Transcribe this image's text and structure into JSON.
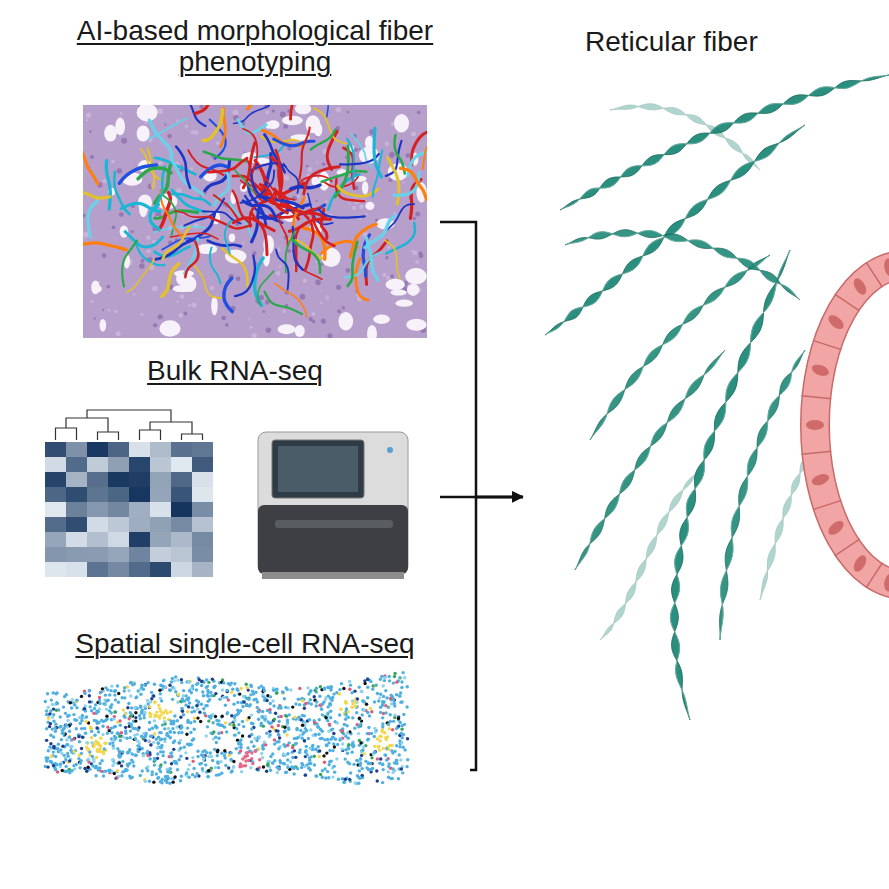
{
  "diagram": {
    "nodes": [
      {
        "text": [
          "AI-based morphological fiber phenotyping"
        ]
      },
      {
        "text": [
          "Bulk RNA-seq"
        ]
      },
      {
        "text": [
          "Spatial single-cell RNA-seq"
        ]
      },
      {
        "text": [
          "Reticular fiber"
        ]
      }
    ],
    "edges": [
      {
        "from": 0,
        "to": 3,
        "arrow": "to"
      },
      {
        "from": 1,
        "to": 3,
        "arrow": "to"
      },
      {
        "from": 2,
        "to": 3,
        "arrow": "to"
      }
    ]
  }
}
